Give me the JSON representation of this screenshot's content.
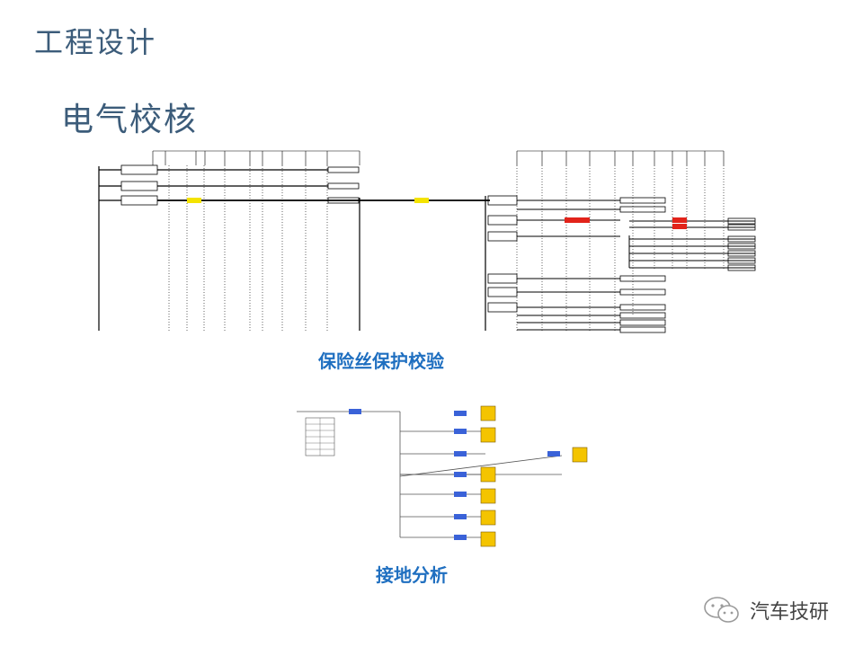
{
  "slide": {
    "title": "工程设计",
    "section_title": "电气校核"
  },
  "figures": {
    "fuse": {
      "caption": "保险丝保护校验"
    },
    "ground": {
      "caption": "接地分析"
    }
  },
  "watermark": {
    "text": "汽车技研"
  },
  "colors": {
    "title": "#3c5c7a",
    "caption": "#1f6fc0",
    "highlight_yellow": "#f4e300",
    "highlight_red": "#e2231a",
    "ground_node_blue": "#3a62d8",
    "ground_box_fill": "#f4c400"
  }
}
